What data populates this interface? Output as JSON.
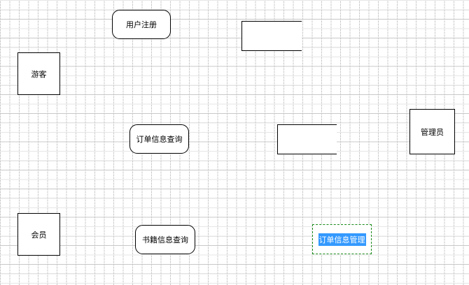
{
  "diagram": {
    "nodes": {
      "user_register": "用户注册",
      "visitor": "游客",
      "order_query": "订单信息查询",
      "admin": "管理员",
      "member": "会员",
      "book_query": "书籍信息查询",
      "order_manage": "订单信息管理"
    }
  }
}
